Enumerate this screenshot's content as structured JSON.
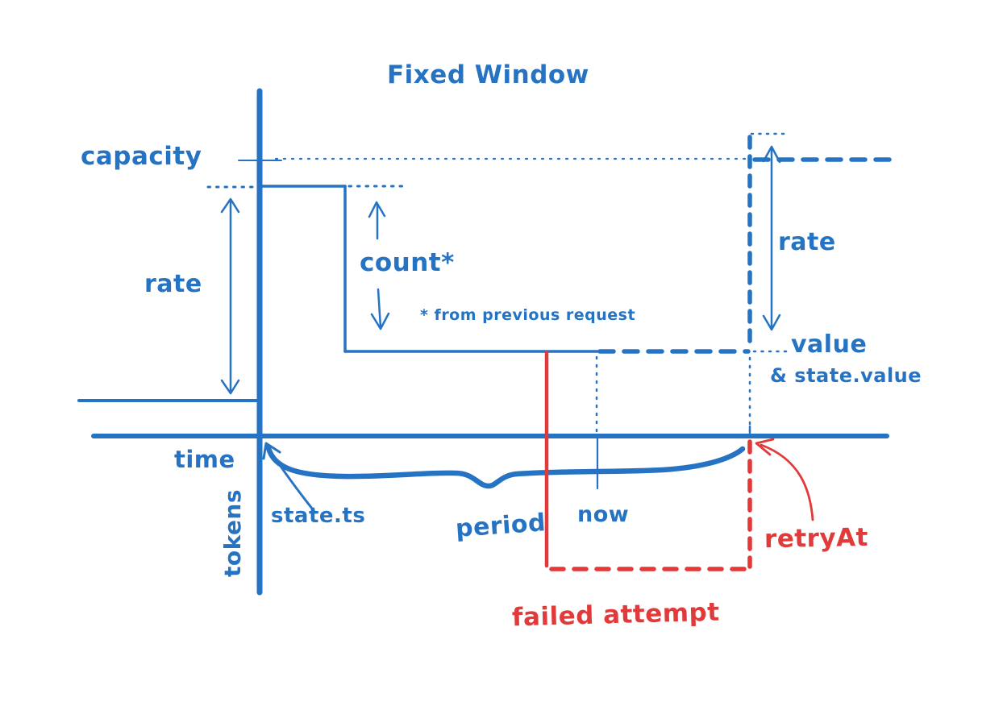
{
  "title": "Fixed Window",
  "colors": {
    "blue": "#2673c4",
    "red": "#e03a3a"
  },
  "axes": {
    "x_label": "time",
    "y_label": "tokens"
  },
  "labels": {
    "capacity": "capacity",
    "rate_left": "rate",
    "count": "count*",
    "count_footnote": "* from previous request",
    "rate_right": "rate",
    "value": "value",
    "state_value": "& state.value",
    "state_ts": "state.ts",
    "period": "period",
    "now": "now"
  },
  "red_labels": {
    "retry_at": "retryAt",
    "failed_attempt": "failed attempt"
  }
}
